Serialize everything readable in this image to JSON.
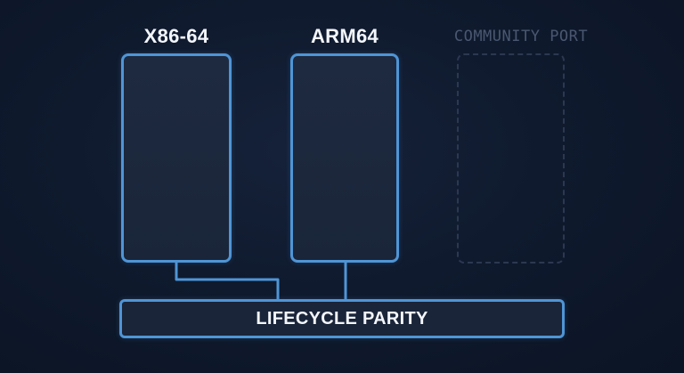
{
  "diagram": {
    "columns": [
      {
        "label": "X86-64",
        "style": "active"
      },
      {
        "label": "ARM64",
        "style": "active"
      },
      {
        "label": "COMMUNITY PORT",
        "style": "placeholder"
      }
    ],
    "base_bar": {
      "label": "LIFECYCLE PARITY"
    },
    "colors": {
      "background": "#0f1a2e",
      "accent_outline": "#4f95d6",
      "box_fill": "#1c2739",
      "placeholder_outline": "#2c3850",
      "label_text": "#f3f6fb",
      "placeholder_text": "#4a5770"
    }
  }
}
